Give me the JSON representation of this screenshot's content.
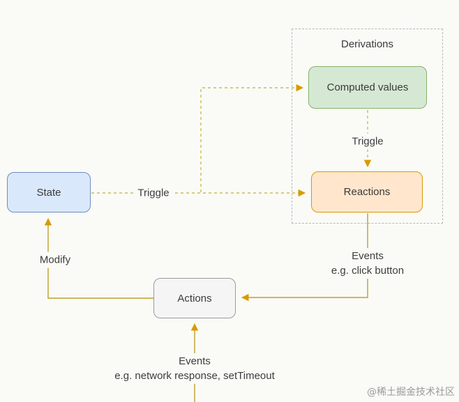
{
  "diagram": {
    "background_color": "#fafaf7",
    "nodes": {
      "state": {
        "label": "State",
        "fill": "#dae8fc",
        "border": "#6c8ebf"
      },
      "computed_values": {
        "label": "Computed values",
        "fill": "#d5e8d4",
        "border": "#82b366"
      },
      "reactions": {
        "label": "Reactions",
        "fill": "#ffe6cc",
        "border": "#d79b00"
      },
      "actions": {
        "label": "Actions",
        "fill": "#f5f5f5",
        "border": "#9b9b9b"
      },
      "derivations_group": {
        "label": "Derivations",
        "border": "#b9b9b9",
        "border_style": "dashed"
      }
    },
    "edges": {
      "dashed_line_color": "#c8bf4e",
      "solid_line_color": "#bca22b",
      "arrowhead_color": "#d79b00",
      "state_to_reactions": {
        "label": "Triggle",
        "style": "dashed"
      },
      "state_branch_to_computed": {
        "label": "",
        "style": "dashed"
      },
      "computed_to_reactions": {
        "label": "Triggle",
        "style": "dashed"
      },
      "reactions_to_actions": {
        "label": "Events",
        "sublabel": "e.g. click button",
        "style": "solid"
      },
      "actions_to_state": {
        "label": "Modify",
        "style": "solid"
      },
      "external_to_actions": {
        "label": "Events",
        "sublabel": "e.g. network response, setTimeout",
        "style": "solid"
      }
    },
    "watermark": "@稀土掘金技术社区"
  }
}
